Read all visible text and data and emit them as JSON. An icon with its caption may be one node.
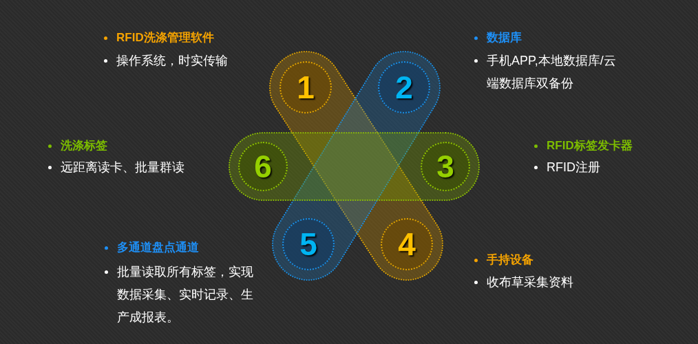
{
  "diagram": {
    "nodes": [
      {
        "text": [],
        "shape": "bar"
      },
      {
        "text": [
          "1"
        ],
        "in": 0,
        "beside": [
          "RFID洗涤管理软件",
          "操作系统，时实传输"
        ]
      },
      {
        "text": [],
        "shape": "bar"
      },
      {
        "text": [
          "2"
        ],
        "in": 2,
        "beside": [
          "数据库",
          "手机APP,本地数据库/云端数据库双备份"
        ]
      },
      {
        "text": [],
        "shape": "bar"
      },
      {
        "text": [
          "3"
        ],
        "in": 4,
        "beside": [
          "RFID标签发卡器",
          "RFID注册"
        ]
      },
      {
        "text": [
          "4"
        ],
        "in": 0,
        "beside": [
          "手持设备",
          "收布草采集资料"
        ]
      },
      {
        "text": [
          "5"
        ],
        "in": 2,
        "beside": [
          "多通道盘点通道",
          "批量读取所有标签，实现数据采集、实时记录、生产成报表。"
        ]
      },
      {
        "text": [
          "6"
        ],
        "in": 4,
        "beside": [
          "洗涤标签",
          "远距离读卡、批量群读"
        ]
      }
    ]
  }
}
